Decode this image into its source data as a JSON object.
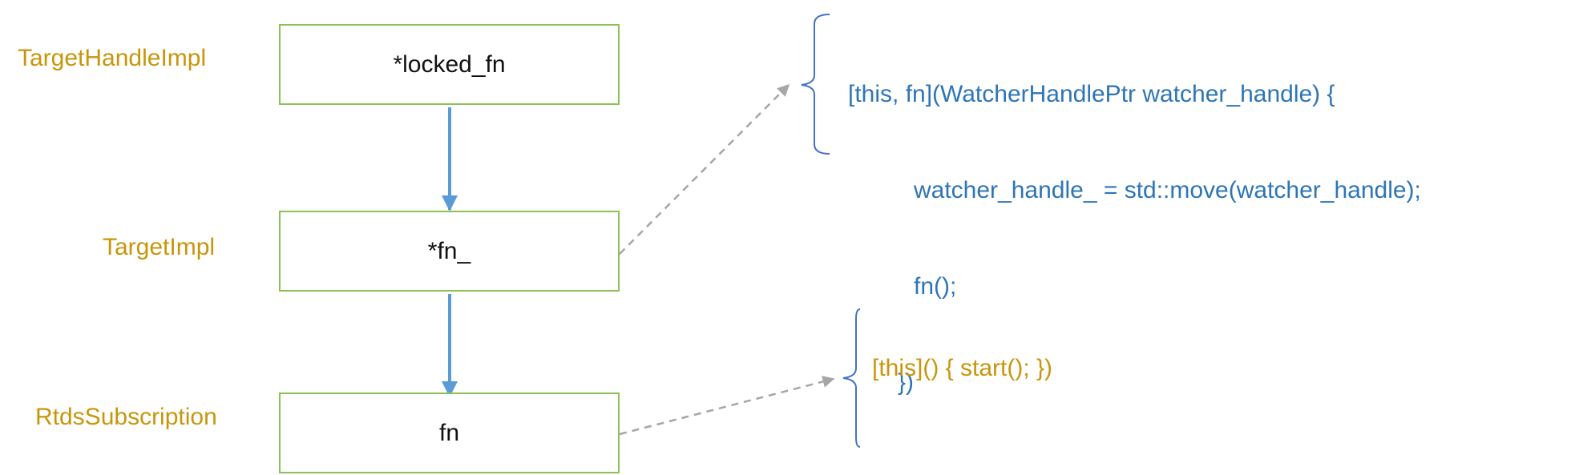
{
  "labels": {
    "target_handle_impl": "TargetHandleImpl",
    "target_impl": "TargetImpl",
    "rtds_subscription": "RtdsSubscription"
  },
  "boxes": {
    "locked_fn": "*locked_fn",
    "fn_member": "*fn_",
    "fn": "fn"
  },
  "code_blocks": {
    "watcher_lambda": [
      "[this, fn](WatcherHandlePtr watcher_handle) {",
      "     watcher_handle_ = std::move(watcher_handle);",
      "     fn();",
      "   })"
    ],
    "start_lambda": "[this]() { start(); })"
  },
  "colors": {
    "label": "#c8960c",
    "box_border": "#8cc153",
    "solid_arrow": "#5b9bd5",
    "dashed_arrow": "#a6a6a6",
    "code_blue": "#2e75b6",
    "brace_blue": "#4472c4"
  }
}
